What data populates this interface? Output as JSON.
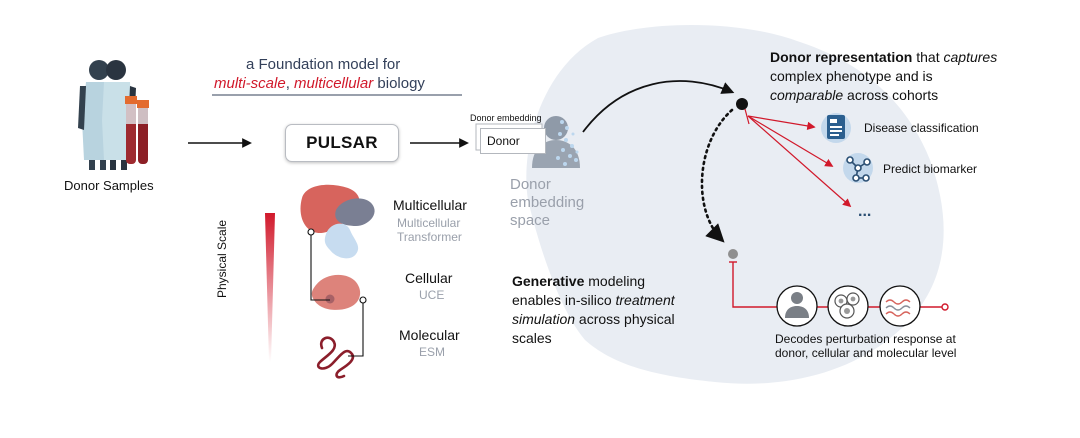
{
  "left": {
    "donor_samples_label": "Donor Samples"
  },
  "foundation": {
    "line1": "a Foundation model for",
    "line2_part1": "multi-scale",
    "line2_sep": ", ",
    "line2_part2": "multicellular",
    "line2_part3": " biology"
  },
  "pulsar_label": "PULSAR",
  "embedding": {
    "small_label": "Donor embedding",
    "card_label": "Donor",
    "space_line1": "Donor",
    "space_line2": "embedding",
    "space_line3": "space"
  },
  "scales": {
    "axis_label": "Physical Scale",
    "multicellular": "Multicellular",
    "multicellular_model_line1": "Multicellular",
    "multicellular_model_line2": "Transformer",
    "cellular": "Cellular",
    "cellular_model": "UCE",
    "molecular": "Molecular",
    "molecular_model": "ESM"
  },
  "representation": {
    "bold": "Donor representation",
    "part1": " that ",
    "italic1": "captures",
    "line2": "complex phenotype and is",
    "italic2": "comparable",
    "part3": " across cohorts"
  },
  "tasks": {
    "task1": "Disease classification",
    "task2": "Predict biomarker",
    "more": "..."
  },
  "generative": {
    "bold": "Generative",
    "part1": " modeling",
    "line2_part1": "enables in-silico ",
    "line2_italic": "treatment",
    "line3_italic": "simulation",
    "line3_part2": " across physical",
    "line4": "scales"
  },
  "decodes": {
    "line1": "Decodes perturbation response at",
    "line2": "donor, cellular and molecular level"
  },
  "colors": {
    "accent_red": "#d1192b",
    "salmon": "#d7645d",
    "slate": "#7a7f93",
    "light_blue": "#c7dcf0",
    "bg_blob": "#e9edf3",
    "maroon": "#8b1e2b"
  }
}
